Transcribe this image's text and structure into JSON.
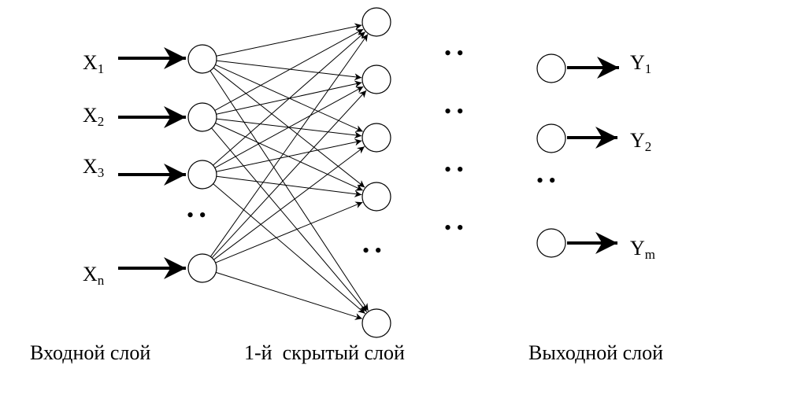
{
  "inputs": [
    {
      "base": "X",
      "sub": "1"
    },
    {
      "base": "X",
      "sub": "2"
    },
    {
      "base": "X",
      "sub": "3"
    },
    {
      "base": "X",
      "sub": "n"
    }
  ],
  "outputs": [
    {
      "base": "Y",
      "sub": "1"
    },
    {
      "base": "Y",
      "sub": "2"
    },
    {
      "base": "Y",
      "sub": "m"
    }
  ],
  "captions": {
    "input_layer": "Входной слой",
    "hidden_layer": "1-й  скрытый слой",
    "output_layer": "Выходной слой"
  },
  "ellipsis": "• •"
}
